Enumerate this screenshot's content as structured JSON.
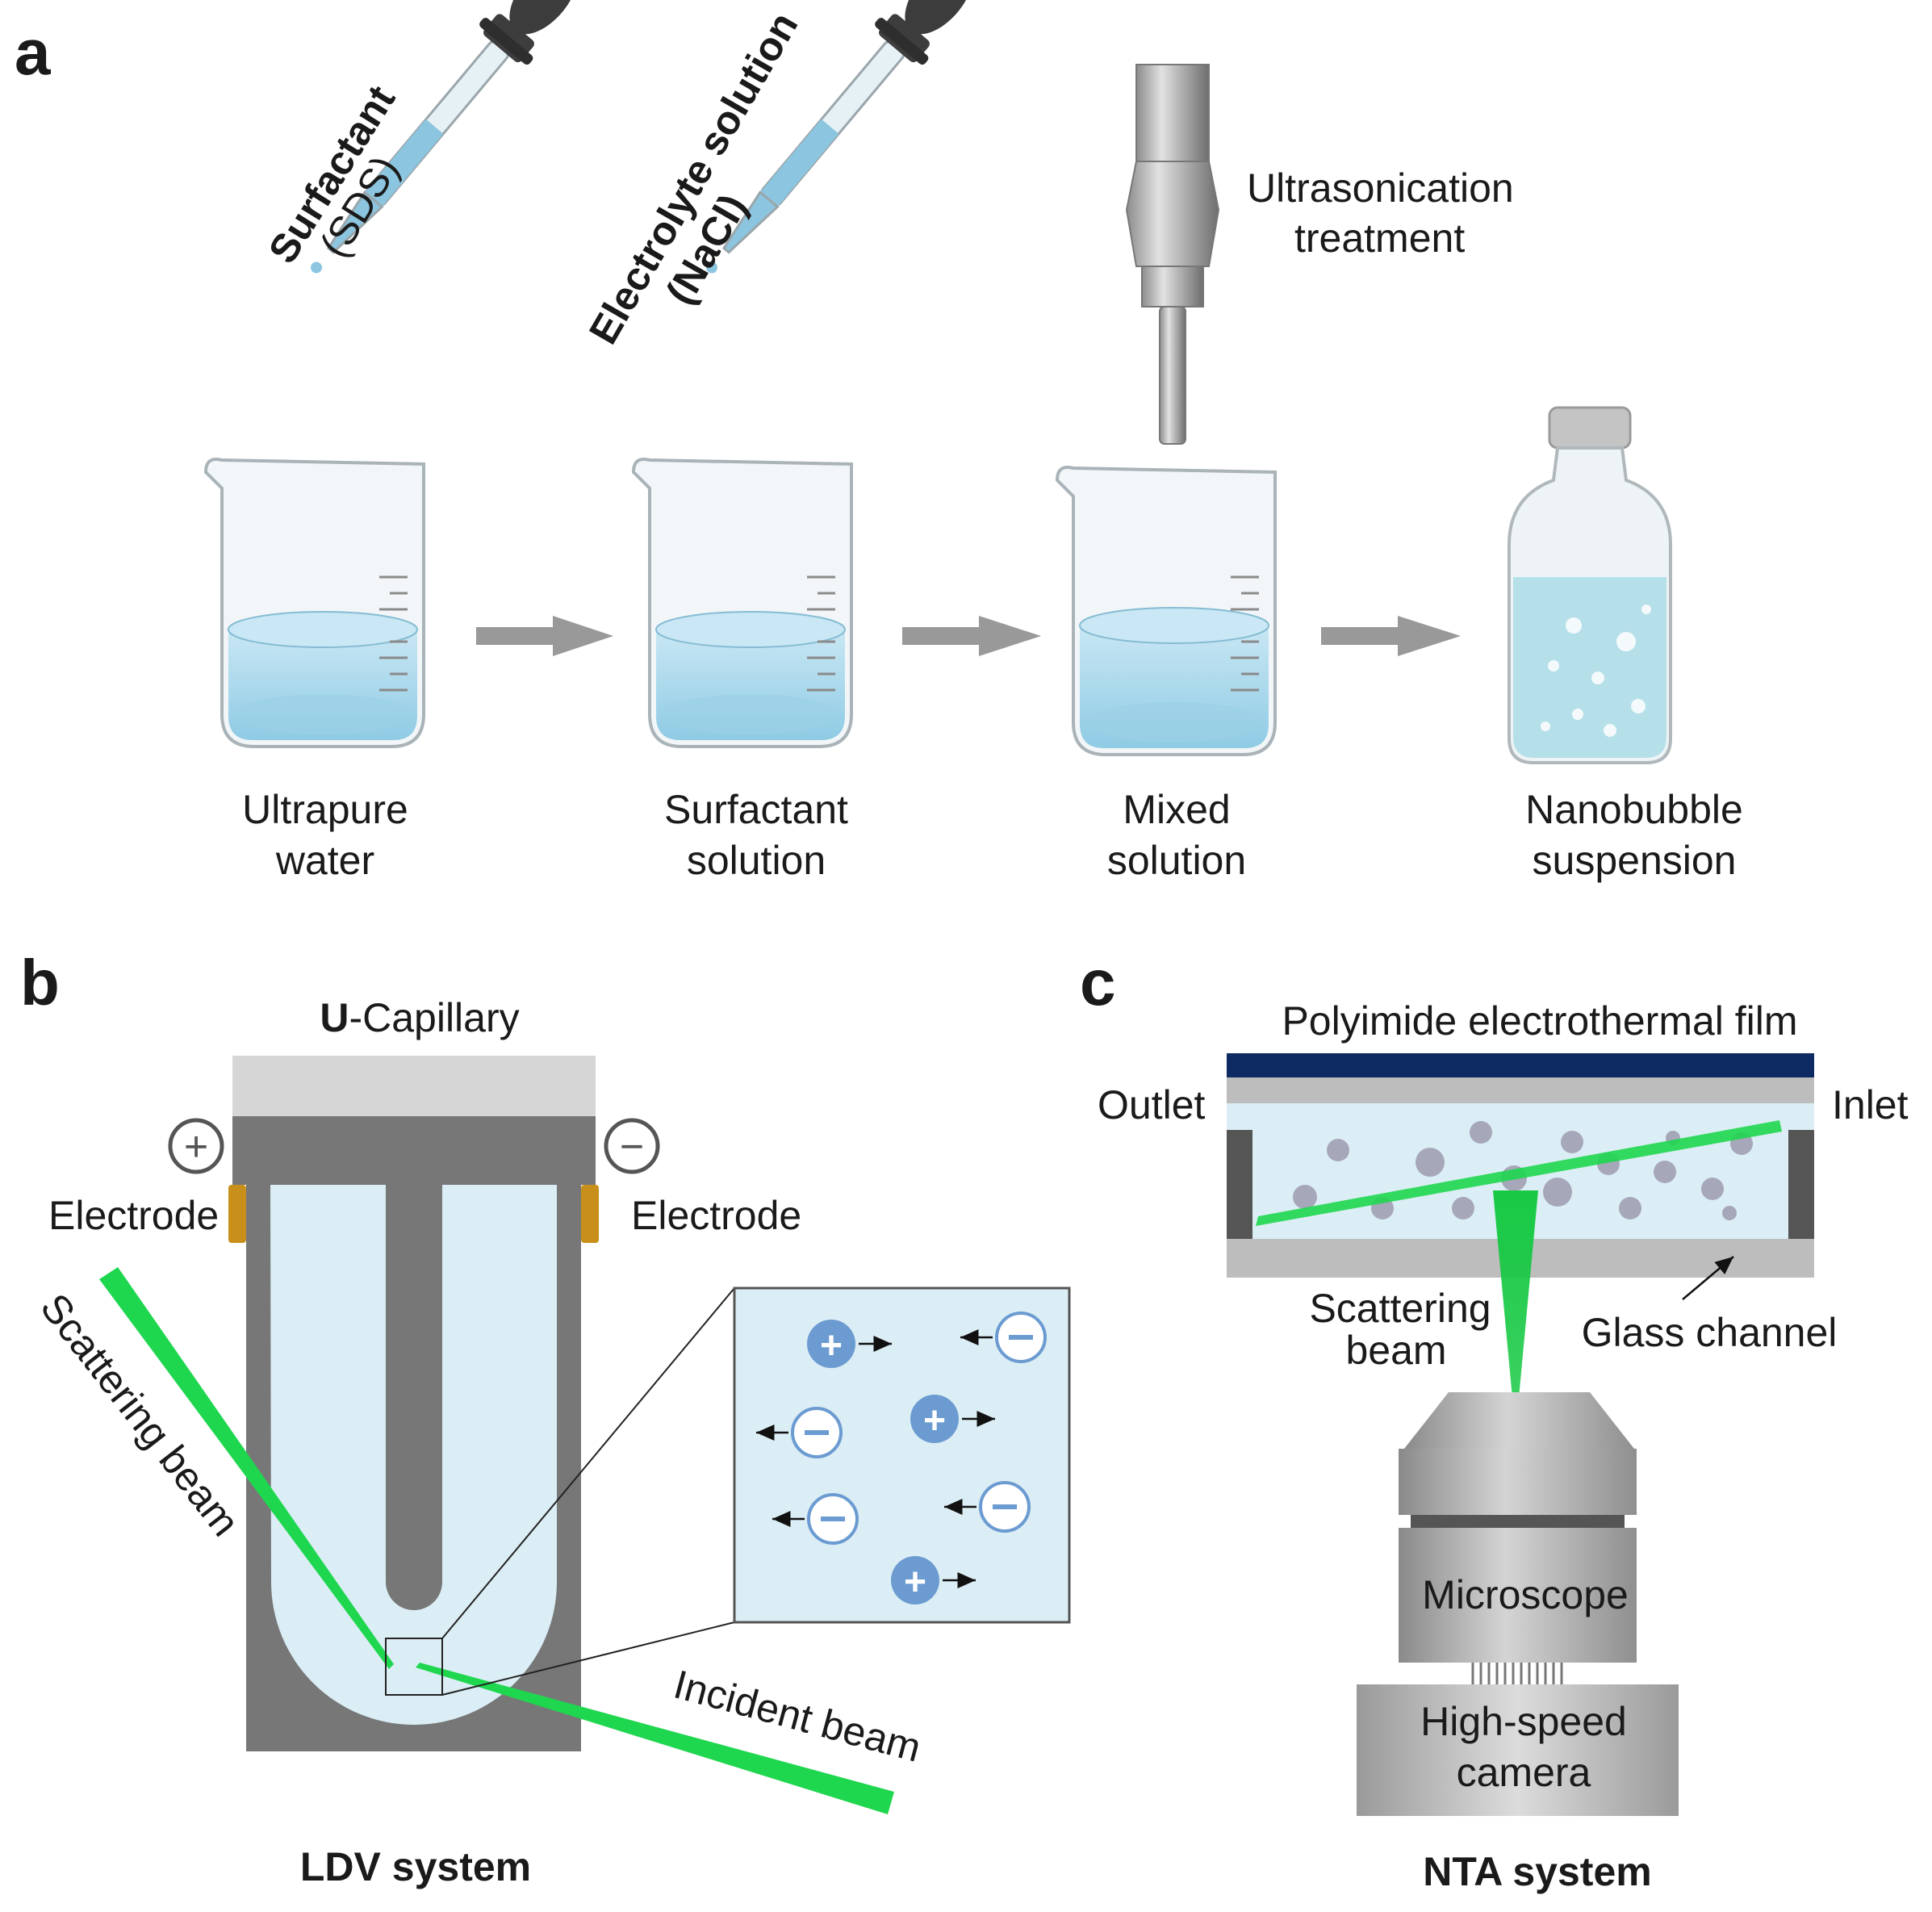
{
  "panels": {
    "a": "a",
    "b": "b",
    "c": "c"
  },
  "panel_a": {
    "dropper1": {
      "title": "Surfactant",
      "sub": "(SDS)"
    },
    "dropper2": {
      "title": "Electrolyte solution",
      "sub": "(NaCl)"
    },
    "sonicator": {
      "line1": "Ultrasonication",
      "line2": "treatment"
    },
    "steps": [
      {
        "line1": "Ultrapure",
        "line2": "water"
      },
      {
        "line1": "Surfactant",
        "line2": "solution"
      },
      {
        "line1": "Mixed",
        "line2": "solution"
      },
      {
        "line1": "Nanobubble",
        "line2": "suspension"
      }
    ]
  },
  "panel_b": {
    "title_bold": "U",
    "title_rest": "-Capillary",
    "plus_sign": "+",
    "minus_sign": "−",
    "electrode_left": "Electrode",
    "electrode_right": "Electrode",
    "scattering_beam": "Scattering beam",
    "incident_beam": "Incident beam",
    "system": "LDV system"
  },
  "panel_c": {
    "film": "Polyimide electrothermal film",
    "outlet": "Outlet",
    "inlet": "Inlet",
    "scattering_line1": "Scattering",
    "scattering_line2": "beam",
    "glass_channel": "Glass channel",
    "microscope": "Microscope",
    "camera_line1": "High-speed",
    "camera_line2": "camera",
    "system": "NTA system"
  },
  "colors": {
    "water": "#a9d8ec",
    "water_light": "#c9e7f4",
    "capillary_fill": "#dbeef5",
    "capillary_wall": "#7a7a7a",
    "beam": "#1fd64f",
    "ion": "#6b9bd1",
    "film": "#0e2a63",
    "electrode": "#c8901a",
    "arrow": "#999999"
  }
}
